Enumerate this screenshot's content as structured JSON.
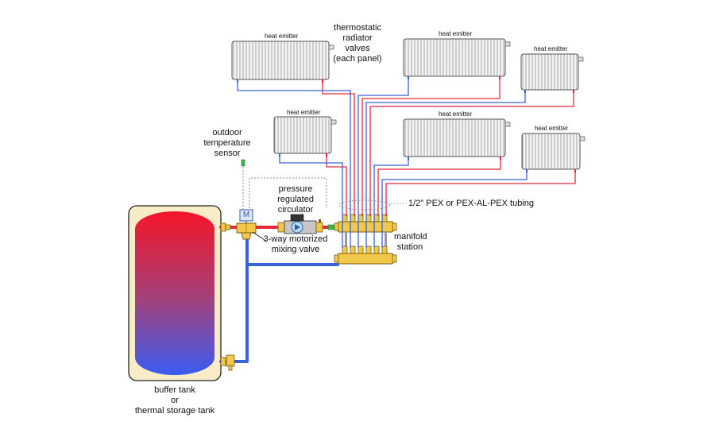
{
  "labels": {
    "heat_emitter": "heat emitter",
    "thermostatic": [
      "thermostatic",
      "radiator",
      "valves",
      "(each panel)"
    ],
    "outdoor_sensor": [
      "outdoor",
      "temperature",
      "sensor"
    ],
    "circulator": [
      "pressure",
      "regulated",
      "circulator"
    ],
    "mixing_valve": [
      "3-way motorized",
      "mixing valve"
    ],
    "tubing": "1/2\" PEX or PEX-AL-PEX tubing",
    "manifold": [
      "manifold",
      "station"
    ],
    "tank": [
      "buffer tank",
      "or",
      "thermal storage tank"
    ],
    "mixing_valve_letter": "M"
  },
  "colors": {
    "supply": "#e8283a",
    "return": "#3a63d6",
    "brass": "#f2c84a",
    "tank_shell": "#f8ebc8",
    "radiator": "#f1f1f1",
    "sensor": "#3db54a",
    "control_wire": "#888888"
  }
}
